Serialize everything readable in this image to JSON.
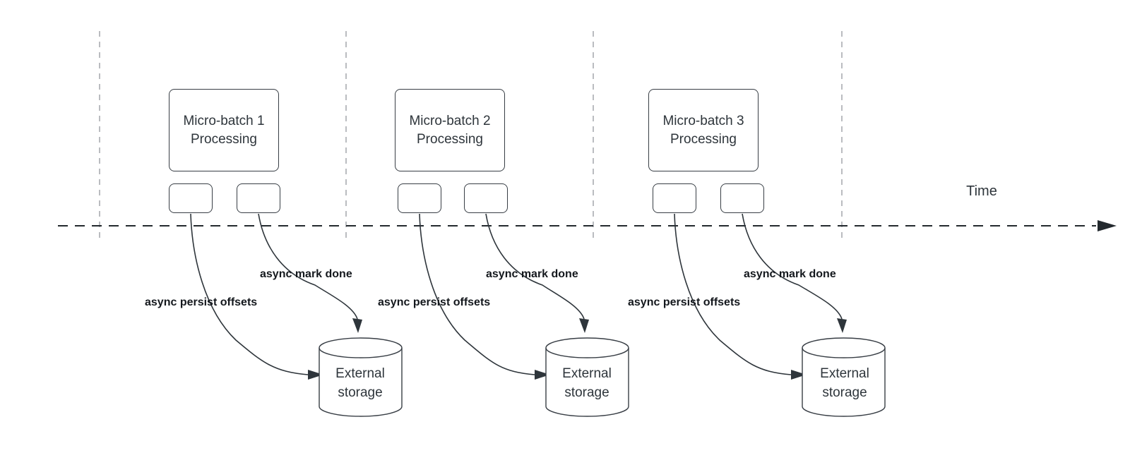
{
  "diagram": {
    "time_axis_label": "Time",
    "groups": [
      {
        "box_label": "Micro-batch 1 Processing",
        "persist_label": "async persist offsets",
        "done_label": "async mark done",
        "storage_label": "External storage"
      },
      {
        "box_label": "Micro-batch 2 Processing",
        "persist_label": "async persist offsets",
        "done_label": "async mark done",
        "storage_label": "External storage"
      },
      {
        "box_label": "Micro-batch 3 Processing",
        "persist_label": "async persist offsets",
        "done_label": "async mark done",
        "storage_label": "External storage"
      }
    ],
    "colors": {
      "stroke_dark": "#23292e",
      "shape_border": "#383e45",
      "gridline_gray": "#a9abb0",
      "label_text": "#14181d",
      "box_text": "#2e353b"
    }
  }
}
